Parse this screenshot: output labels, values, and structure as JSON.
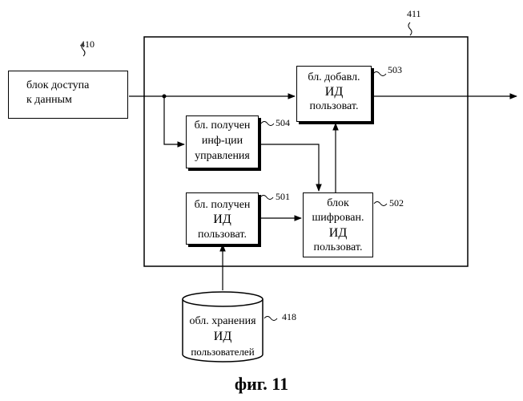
{
  "blocks": {
    "data_access": {
      "ref": "410",
      "lines": [
        "блок доступа",
        "к данным"
      ]
    },
    "container": {
      "ref": "411"
    },
    "add_id": {
      "ref": "503",
      "lines": [
        "бл. добавл.",
        "ИД",
        "пользоват."
      ]
    },
    "get_control_info": {
      "ref": "504",
      "lines": [
        "бл. получен",
        "инф-ции",
        "управления"
      ]
    },
    "get_user_id": {
      "ref": "501",
      "lines": [
        "бл. получен",
        "ИД",
        "пользоват."
      ]
    },
    "encrypt_id": {
      "ref": "502",
      "lines": [
        "блок",
        "шифрован.",
        "ИД",
        "пользоват."
      ]
    },
    "storage": {
      "ref": "418",
      "lines": [
        "обл. хранения",
        "ИД",
        "пользователей"
      ]
    }
  },
  "caption": "фиг. 11"
}
